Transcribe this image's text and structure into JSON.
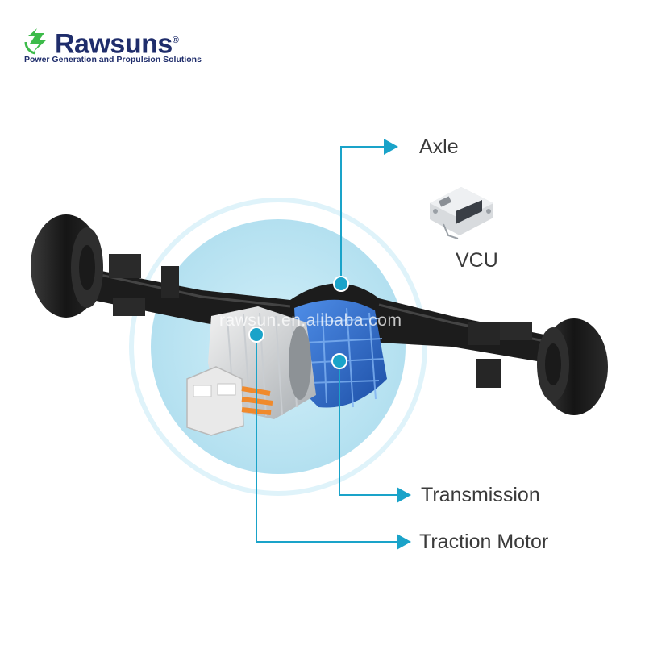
{
  "brand": {
    "name": "Rawsuns",
    "registered_mark": "®",
    "tagline": "Power Generation and Propulsion Solutions",
    "logo_color": "#3dbb4a",
    "text_color": "#1f2d6b"
  },
  "watermark": "rawsun.en.alibaba.com",
  "callouts": {
    "axle": "Axle",
    "vcu": "VCU",
    "transmission": "Transmission",
    "traction_motor": "Traction Motor"
  },
  "colors": {
    "callout_line": "#1aa3c9",
    "halo": "#bfe7f4",
    "transmission_body": "#2d6fd0",
    "axle_body": "#1c1c1c"
  }
}
